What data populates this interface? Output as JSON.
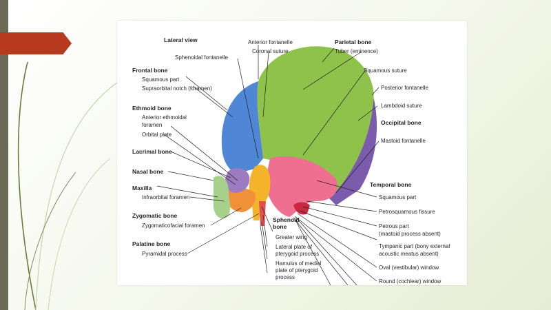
{
  "slide": {
    "accent_color": "#b73a1f",
    "bar_color": "#6b6a57"
  },
  "diagram": {
    "view_title": "Lateral view",
    "left": {
      "frontal_bone": "Frontal bone",
      "squamous_part": "Squamous part",
      "supraorbital_notch": "Supraorbital notch (foramen)",
      "ethmoid_bone": "Ethmoid bone",
      "anterior_ethmoidal_1": "Anterior ethmoidal",
      "anterior_ethmoidal_2": "foramen",
      "orbital_plate": "Orbital plate",
      "lacrimal_bone": "Lacrimal bone",
      "nasal_bone": "Nasal bone",
      "maxilla": "Maxilla",
      "infraorbital_foramen": "Infraorbital foramen",
      "zygomatic_bone": "Zygomatic bone",
      "zygomaticofacial_foramen": "Zygomaticofacial foramen",
      "palatine_bone": "Palatine bone",
      "pyramidal_process": "Pyramidal process"
    },
    "top": {
      "sphenoidal_fontanelle": "Sphenoidal fontanelle",
      "anterior_fontanelle": "Anterior fontanelle",
      "coronal_suture": "Coronal suture"
    },
    "right": {
      "parietal_bone": "Parietal bone",
      "tuber": "Tuber (eminence)",
      "squamous_suture": "Squamous suture",
      "posterior_fontanelle": "Posterior fontanelle",
      "lambdoid_suture": "Lambdoid suture",
      "occipital_bone": "Occipital bone",
      "mastoid_fontanelle": "Mastoid fontanelle",
      "temporal_bone": "Temporal bone",
      "temporal_squamous_part": "Squamous part",
      "petrosquamous_fissure": "Petrosquamous fissure",
      "petrous_part_1": "Petrous part",
      "petrous_part_2": "(mastoid process absent)",
      "tympanic_part_1": "Tympanic part (bony external",
      "tympanic_part_2": "acoustic meatus absent)",
      "oval_window": "Oval (vestibular) window",
      "round_window": "Round (cochlear) window"
    },
    "bottom": {
      "sphenoid_bone_1": "Sphenoid",
      "sphenoid_bone_2": "bone",
      "greater_wing": "Greater wing",
      "lateral_plate_1": "Lateral plate of",
      "lateral_plate_2": "pterygoid process",
      "hamulus_1": "Hamulus of medial",
      "hamulus_2": "plate of pterygoid",
      "hamulus_3": "process"
    },
    "colors": {
      "parietal": "#8fc24a",
      "occipital": "#7b5bab",
      "frontal": "#4f86d6",
      "temporal": "#ee6f8f",
      "sphenoid": "#f3b429",
      "zygomatic": "#f0913a",
      "maxilla": "#a8d08d",
      "ethmoid": "#9d7bc2"
    }
  }
}
